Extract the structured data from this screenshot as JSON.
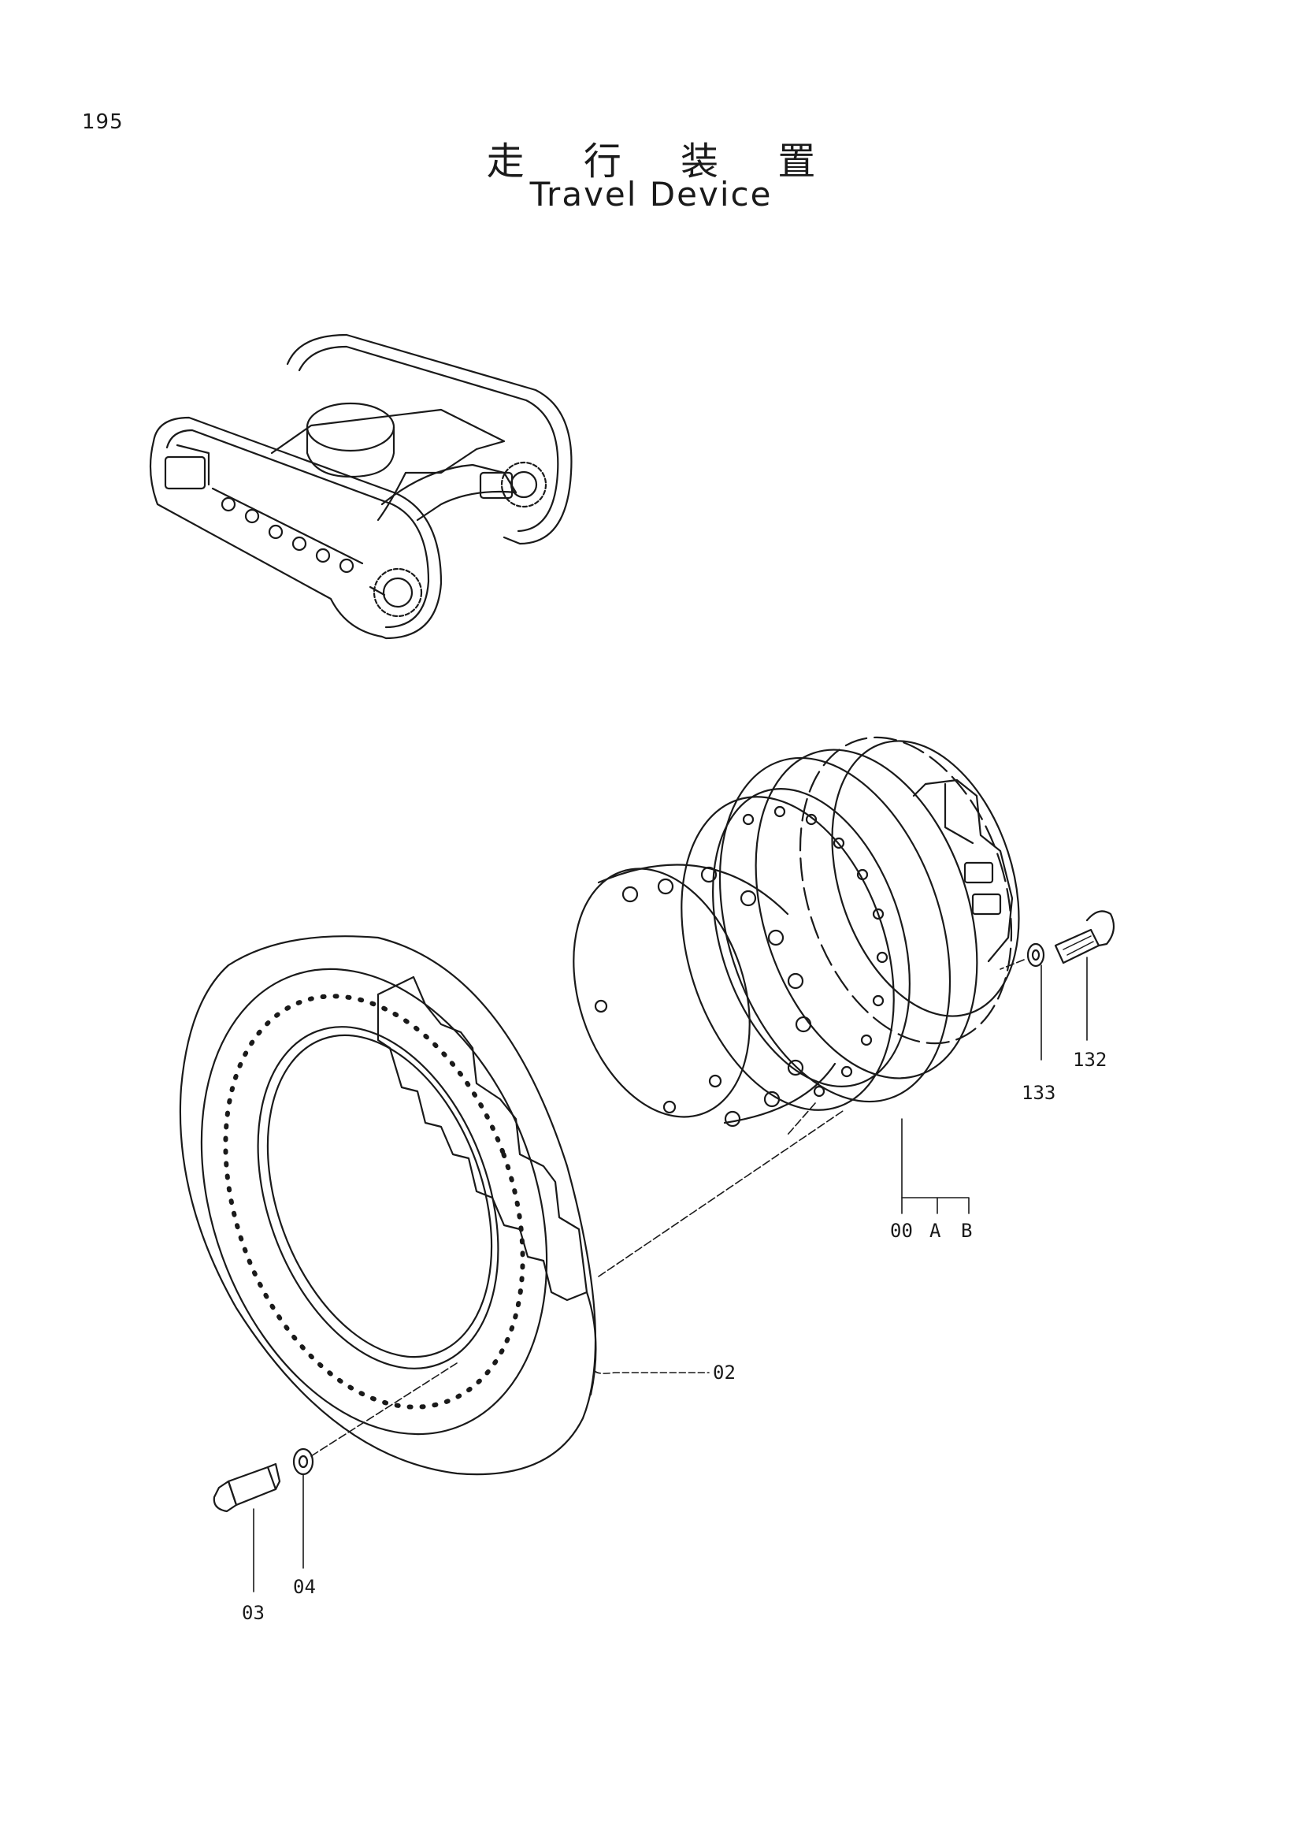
{
  "page_number": "195",
  "title_japanese": "走 行 装 置",
  "title_english": "Travel Device",
  "callouts": {
    "travel_device_assembly": "00",
    "variant_a": "A",
    "variant_b": "B",
    "sprocket": "02",
    "bolt": "03",
    "washer": "04",
    "motor_bolt": "132",
    "motor_washer": "133"
  }
}
